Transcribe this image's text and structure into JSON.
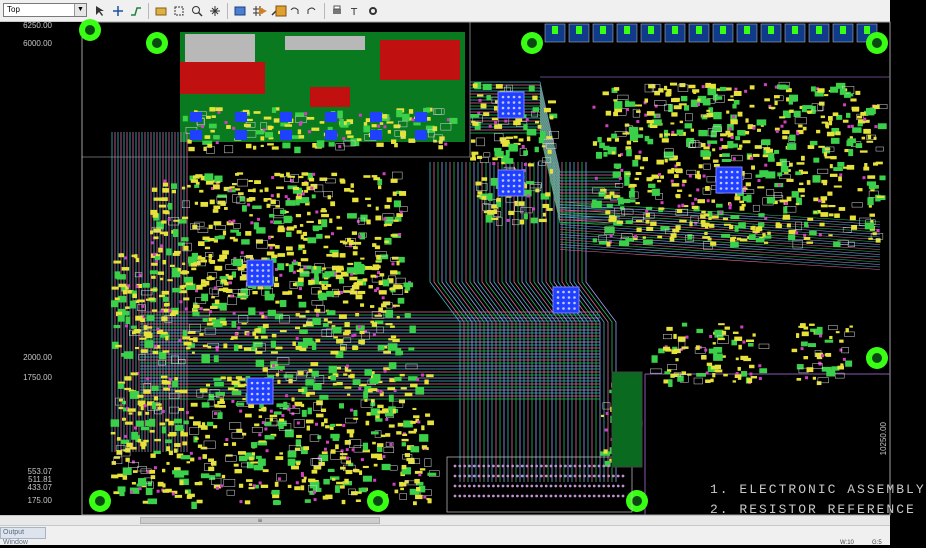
{
  "toolbar": {
    "layer_select_value": "Top",
    "icons": [
      "select-icon",
      "pointer-icon",
      "route-icon",
      "open-folder-icon",
      "zoom-area-icon",
      "zoom-in-icon",
      "zoom-out-icon",
      "layer-icon",
      "grid-icon",
      "measure-icon",
      "undo-icon",
      "redo-icon",
      "print-icon",
      "text-icon",
      "settings-icon"
    ]
  },
  "canvas": {
    "y_labels": [
      "6250.00",
      "6000.00",
      "2000.00",
      "1750.00",
      "553.07",
      "511.81",
      "433.07",
      "175.00"
    ],
    "title_lines": [
      "1.  ELECTRONIC ASSEMBLY",
      "2.  RESISTOR REFERENCE"
    ],
    "side_readout": "10250.00"
  },
  "statusbar": {
    "output_tab": "Output Window",
    "width_field": "W:10",
    "grid_field": "G:5"
  },
  "colors": {
    "background": "#000000",
    "trace_green": "#22c55e",
    "trace_cyan": "#3fb7c6",
    "trace_pink": "#e06aa0",
    "pad_yellow": "#e6e23a",
    "ic_blue": "#2040ff",
    "mount_green": "#39ff14",
    "copper_red": "#d01010"
  }
}
